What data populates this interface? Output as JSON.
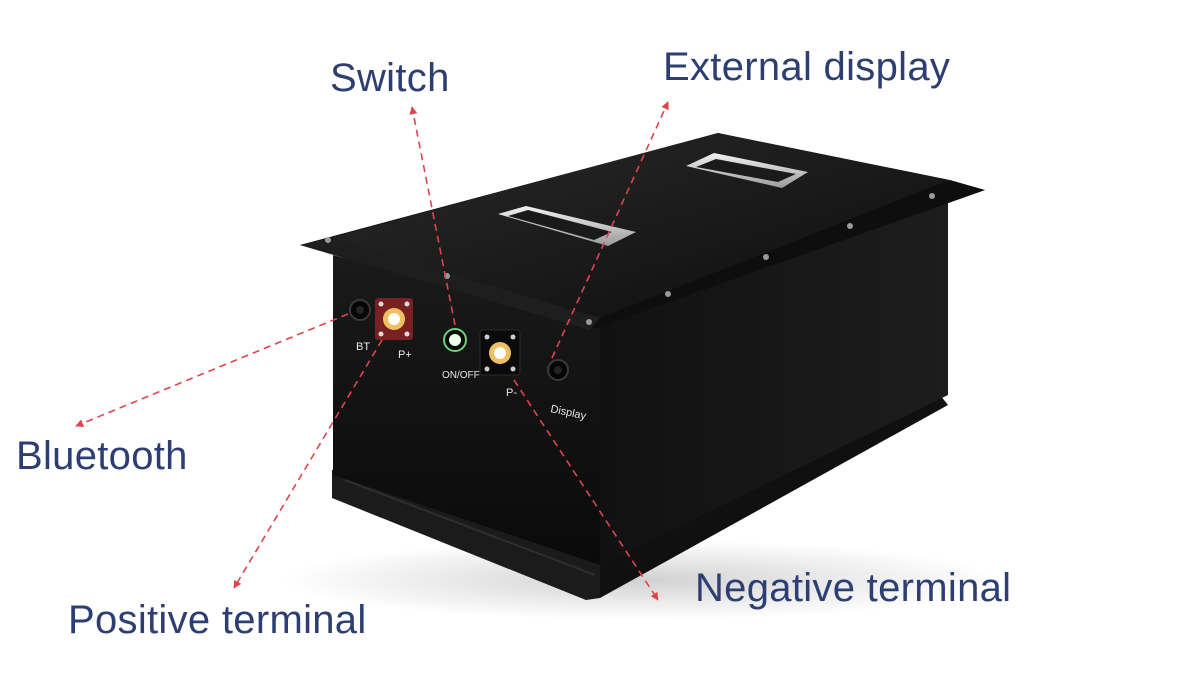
{
  "callouts": {
    "switch": "Switch",
    "external_display": "External display",
    "bluetooth": "Bluetooth",
    "positive_terminal": "Positive terminal",
    "negative_terminal": "Negative terminal"
  },
  "panel_labels": {
    "bt": "BT",
    "p_plus": "P+",
    "on_off": "ON/OFF",
    "p_minus": "P-",
    "display": "Display"
  },
  "colors": {
    "label_text": "#2c3e72",
    "arrow": "#e0444a",
    "battery_body": "#141414",
    "positive_terminal": "#7a1f22"
  }
}
